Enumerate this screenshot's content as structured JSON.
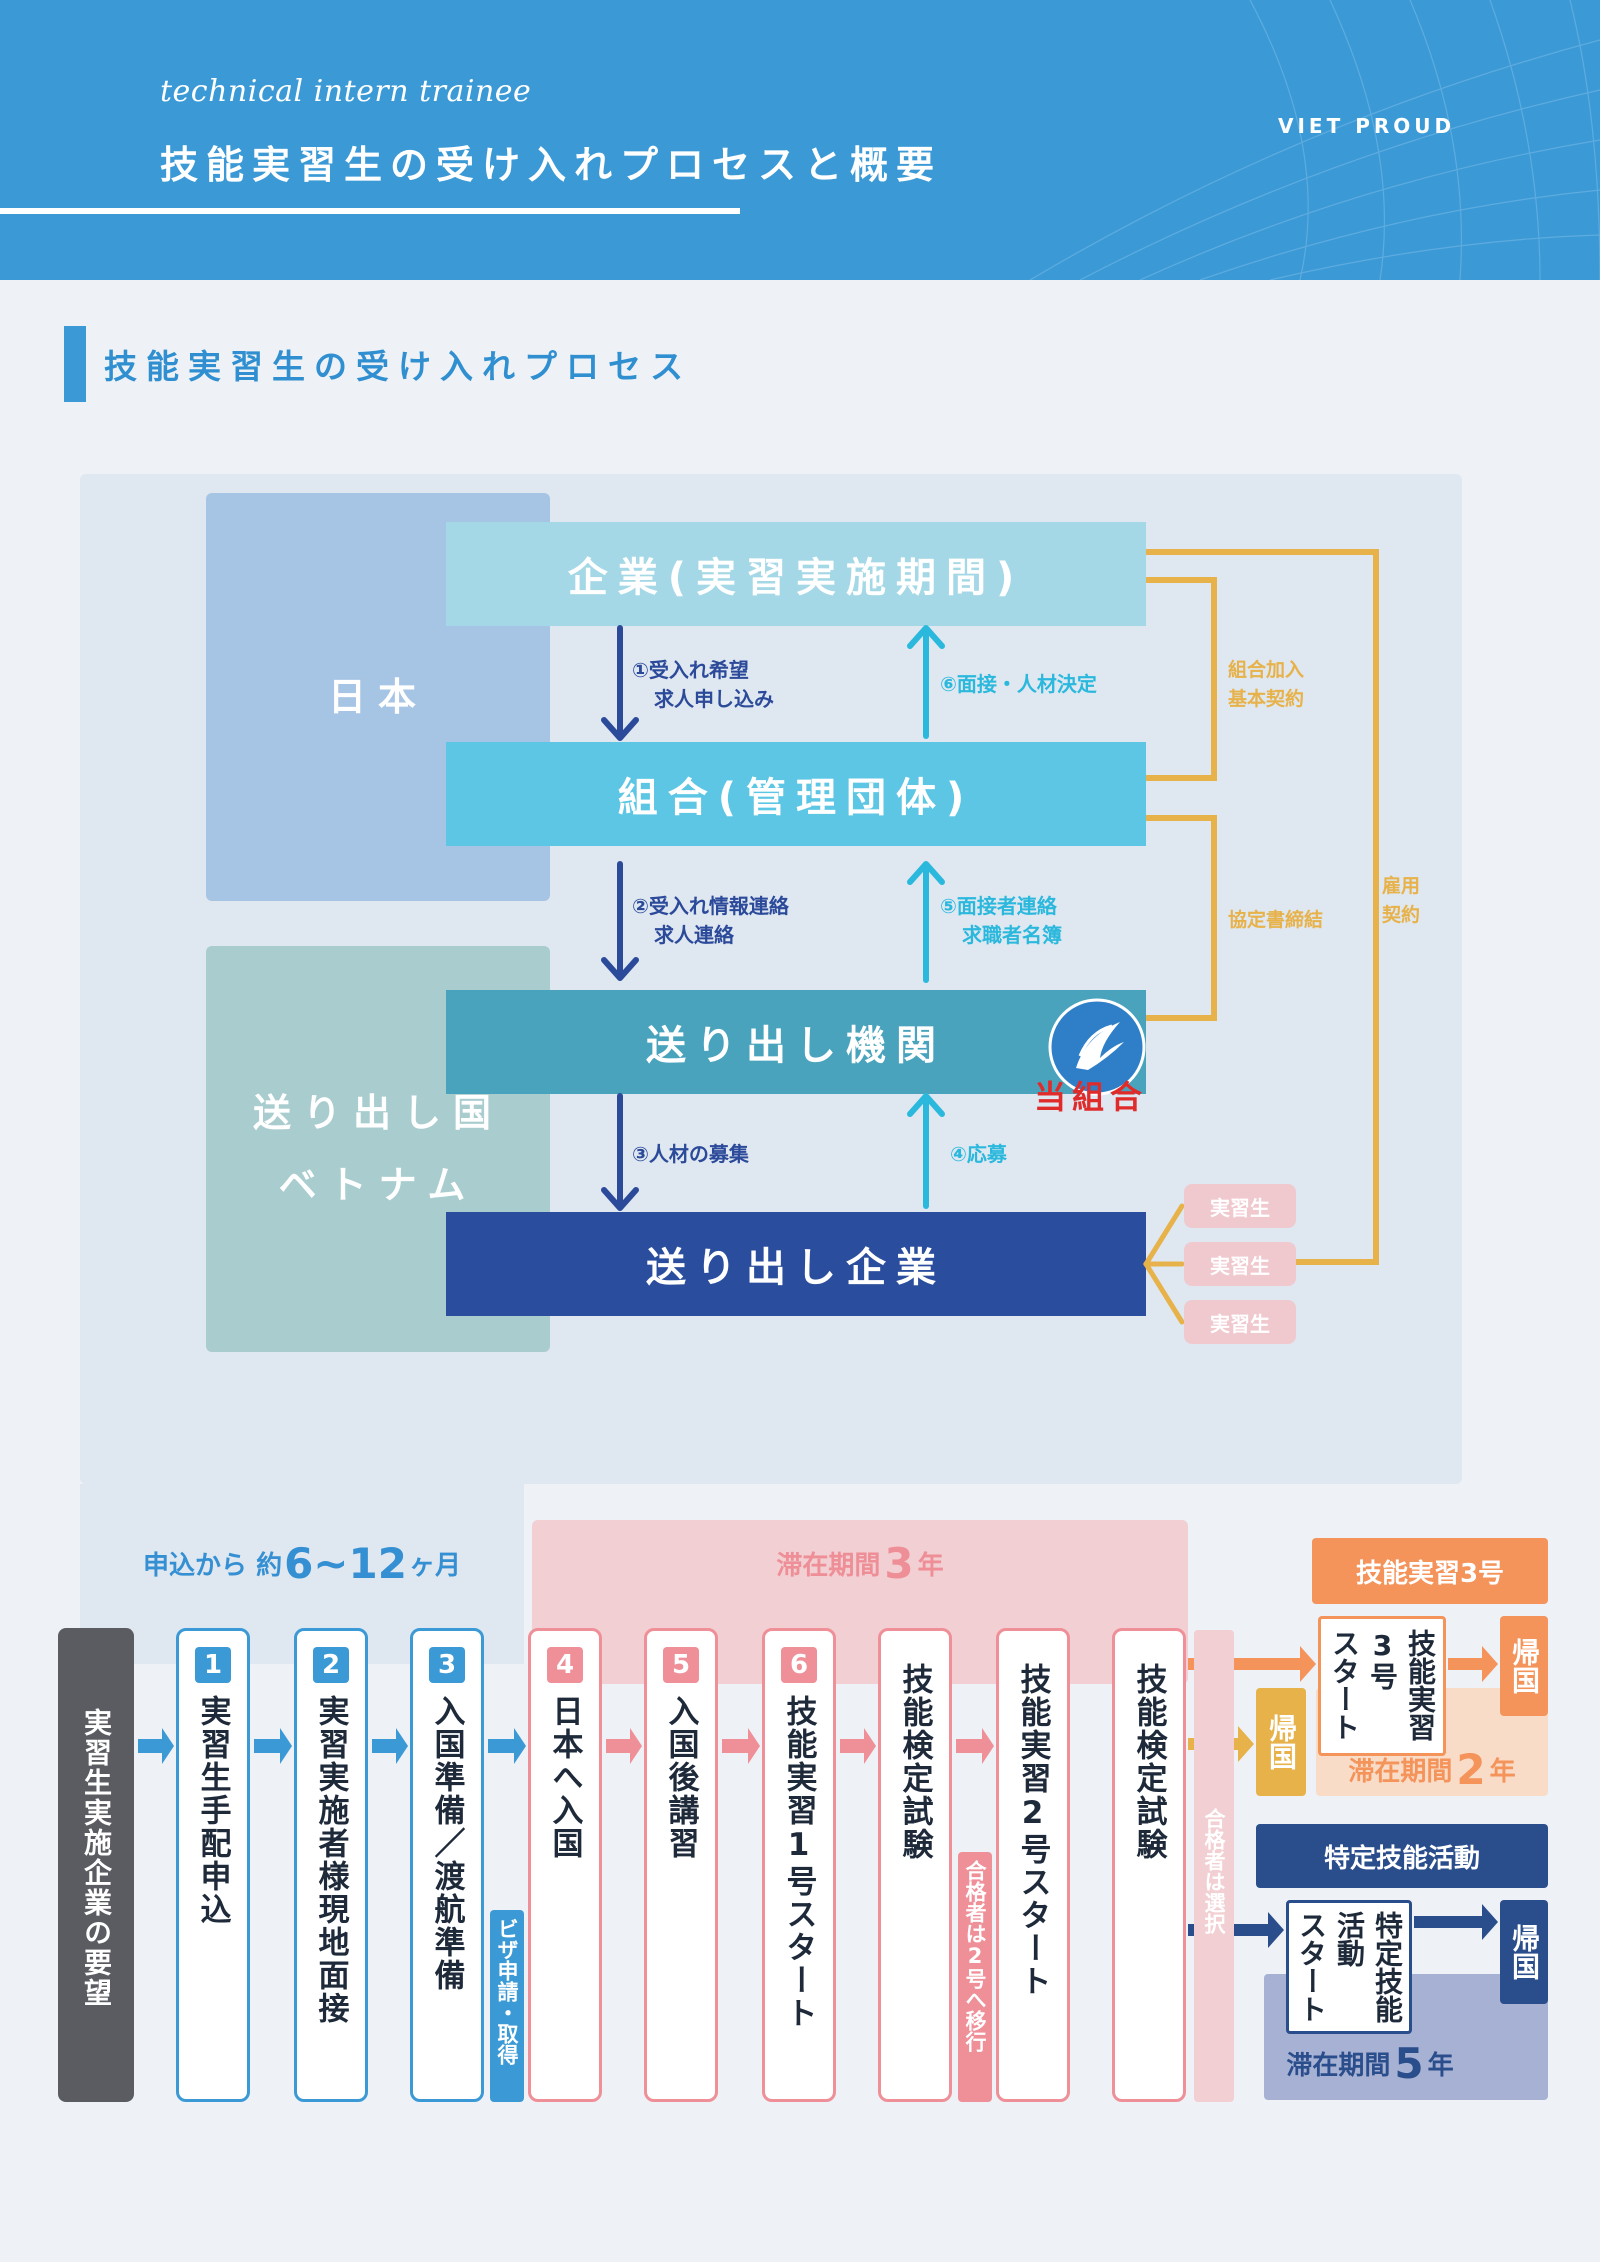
{
  "header": {
    "script_title": "technical intern trainee",
    "title": "技能実習生の受け入れプロセスと概要",
    "brand": "VIET PROUD"
  },
  "section": {
    "title": "技能実習生の受け入れプロセス"
  },
  "process": {
    "regions": {
      "japan": "日本",
      "sending_1": "送り出し国",
      "sending_2": "ベトナム"
    },
    "orgs": {
      "company": "企業(実習実施期間)",
      "union": "組合(管理団体)",
      "agency": "送り出し機関",
      "sending_company": "送り出し企業"
    },
    "steps": {
      "s1_l1": "①受入れ希望",
      "s1_l2": "求人申し込み",
      "s6": "⑥面接・人材決定",
      "s2_l1": "②受入れ情報連絡",
      "s2_l2": "求人連絡",
      "s5_l1": "⑤面接者連絡",
      "s5_l2": "求職者名簿",
      "s3": "③人材の募集",
      "s4": "④応募"
    },
    "contracts": {
      "c1_l1": "組合加入",
      "c1_l2": "基本契約",
      "c2": "協定書締結",
      "c3_l1": "雇用",
      "c3_l2": "契約"
    },
    "our_union": "当組合",
    "trainees": [
      "実習生",
      "実習生",
      "実習生"
    ],
    "colors": {
      "company": "#a5d8e6",
      "union": "#5cc6e4",
      "agency": "#4aa3bd",
      "sending_company": "#2a4d9d",
      "arrow_down": "#2c4a9a",
      "arrow_up": "#2bb8dd",
      "contract_line": "#e7b24a"
    }
  },
  "timeline": {
    "prep_period": {
      "prefix": "申込から 約",
      "value": "6~12",
      "suffix": "ヶ月"
    },
    "stay3": {
      "label": "滞在期間",
      "value": "3",
      "unit": "年"
    },
    "stay2": {
      "label": "滞在期間",
      "value": "2",
      "unit": "年"
    },
    "stay5": {
      "label": "滞在期間",
      "value": "5",
      "unit": "年"
    },
    "first": "実習生実施企業の要望",
    "columns": [
      {
        "num": "1",
        "text": "実習生手配申込"
      },
      {
        "num": "2",
        "text": "実習実施者様現地面接"
      },
      {
        "num": "3",
        "text": "入国準備／渡航準備"
      },
      {
        "num": "4",
        "text": "日本へ入国"
      },
      {
        "num": "5",
        "text": "入国後講習"
      },
      {
        "num": "6",
        "text": "技能実習1号スタート"
      },
      {
        "num": "",
        "text": "技能検定試験"
      },
      {
        "num": "",
        "text": "技能実習2号スタート"
      },
      {
        "num": "",
        "text": "技能検定試験"
      }
    ],
    "visa_note": "ビザ申請・取得",
    "pass_note_2": "合格者は2号へ移行",
    "pass_note_select": "合格者は選択",
    "tech3": {
      "header": "技能実習3号",
      "col1": "技能実習",
      "col2": "3号",
      "col3": "スタート"
    },
    "specified": {
      "header": "特定技能活動",
      "col1": "特定技能",
      "col2": "活動",
      "col3": "スタート"
    },
    "return_label": "帰国"
  }
}
